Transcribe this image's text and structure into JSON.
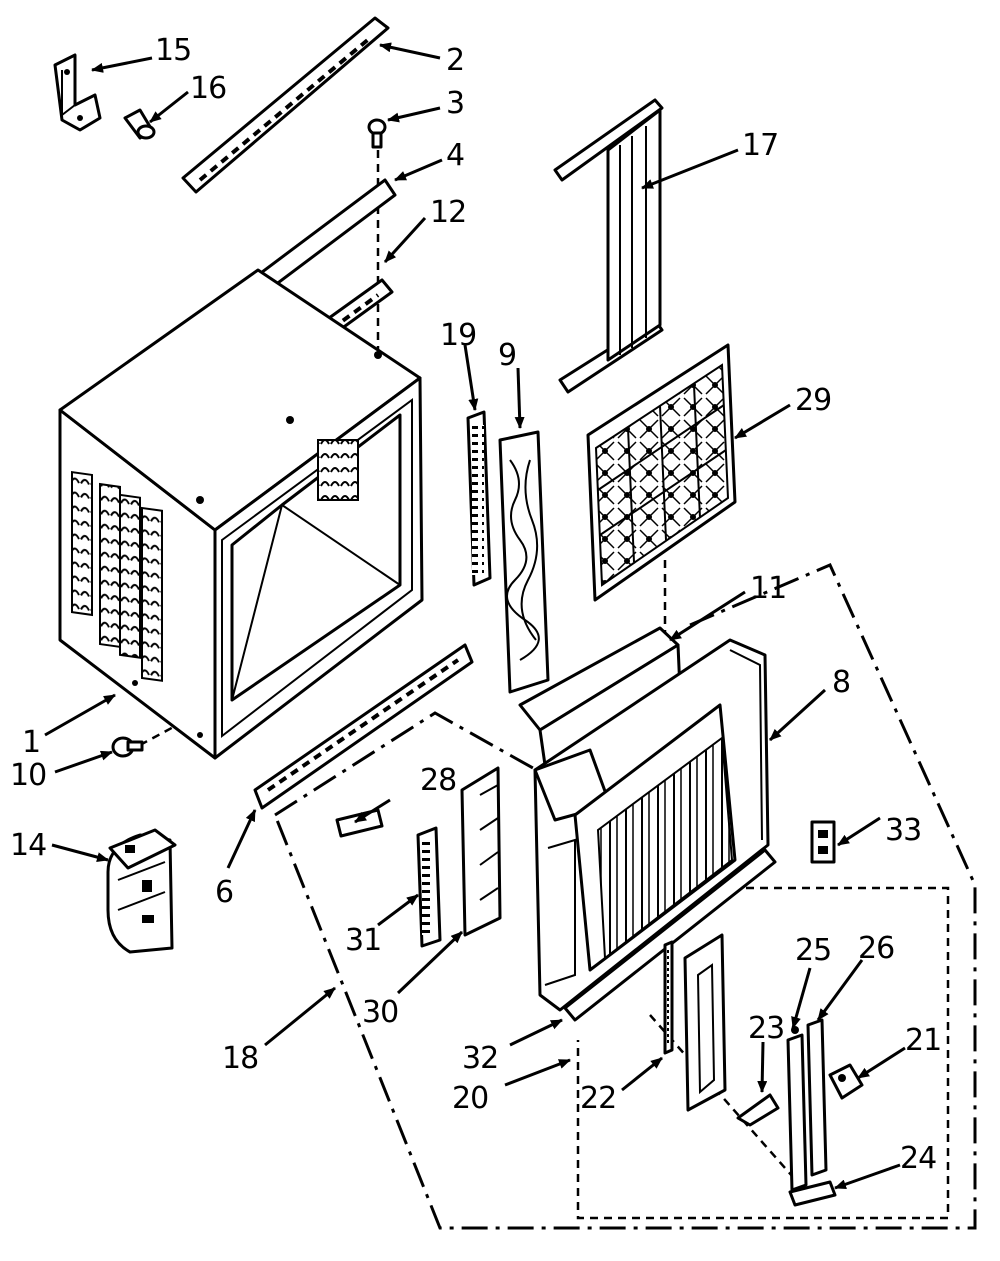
{
  "diagram": {
    "callouts": [
      {
        "id": "1",
        "text": "1"
      },
      {
        "id": "2",
        "text": "2"
      },
      {
        "id": "3",
        "text": "3"
      },
      {
        "id": "4",
        "text": "4"
      },
      {
        "id": "6",
        "text": "6"
      },
      {
        "id": "8",
        "text": "8"
      },
      {
        "id": "9",
        "text": "9"
      },
      {
        "id": "10",
        "text": "10"
      },
      {
        "id": "11",
        "text": "11"
      },
      {
        "id": "12",
        "text": "12"
      },
      {
        "id": "14",
        "text": "14"
      },
      {
        "id": "15",
        "text": "15"
      },
      {
        "id": "16",
        "text": "16"
      },
      {
        "id": "17",
        "text": "17"
      },
      {
        "id": "18",
        "text": "18"
      },
      {
        "id": "19",
        "text": "19"
      },
      {
        "id": "20",
        "text": "20"
      },
      {
        "id": "21",
        "text": "21"
      },
      {
        "id": "22",
        "text": "22"
      },
      {
        "id": "23",
        "text": "23"
      },
      {
        "id": "24",
        "text": "24"
      },
      {
        "id": "25",
        "text": "25"
      },
      {
        "id": "26",
        "text": "26"
      },
      {
        "id": "28",
        "text": "28"
      },
      {
        "id": "29",
        "text": "29"
      },
      {
        "id": "30",
        "text": "30"
      },
      {
        "id": "31",
        "text": "31"
      },
      {
        "id": "32",
        "text": "32"
      },
      {
        "id": "33",
        "text": "33"
      }
    ]
  }
}
